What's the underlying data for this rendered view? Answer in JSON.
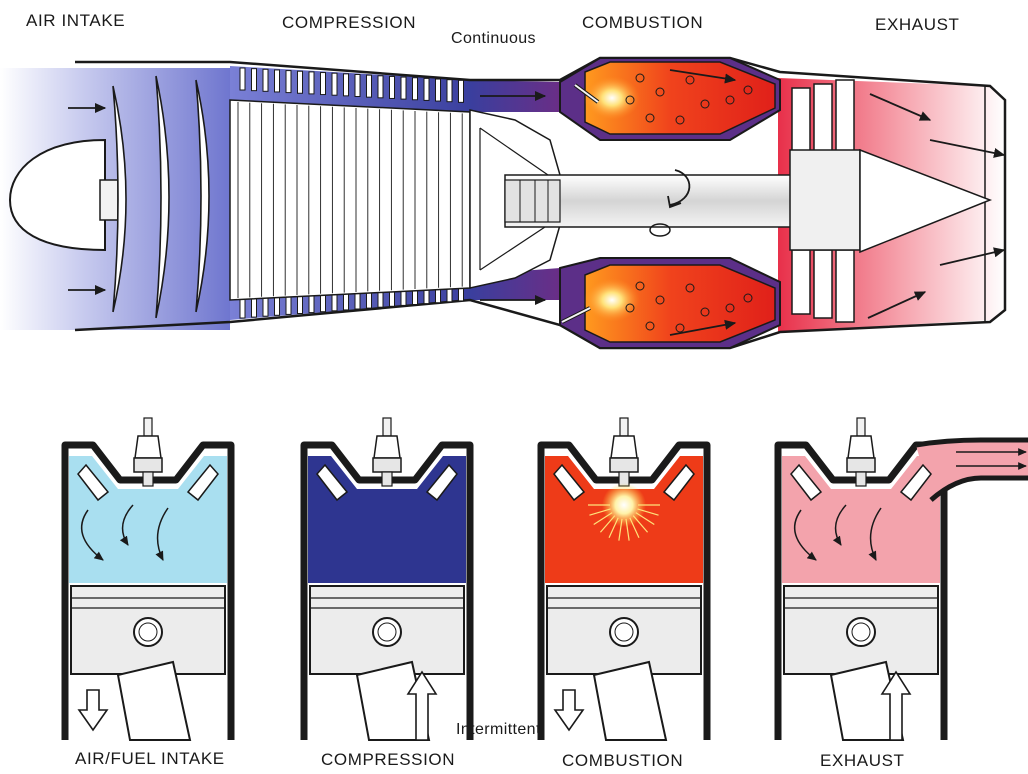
{
  "jet_engine": {
    "stage_labels": {
      "intake": "AIR INTAKE",
      "compression": "COMPRESSION",
      "combustion": "COMBUSTION",
      "exhaust": "EXHAUST"
    },
    "mode": "Continuous"
  },
  "piston_engine": {
    "stage_labels": {
      "intake": "AIR/FUEL INTAKE",
      "compression": "COMPRESSION",
      "combustion": "COMBUSTION",
      "exhaust": "EXHAUST"
    },
    "mode": "Intermittent"
  },
  "colors": {
    "intake": "#a9dff0",
    "compression": "#2e3590",
    "combustion": "#ee3b18",
    "exhaust": "#f3a3ac",
    "metal": "#e9e9e9",
    "outline": "#1a1a1a"
  }
}
